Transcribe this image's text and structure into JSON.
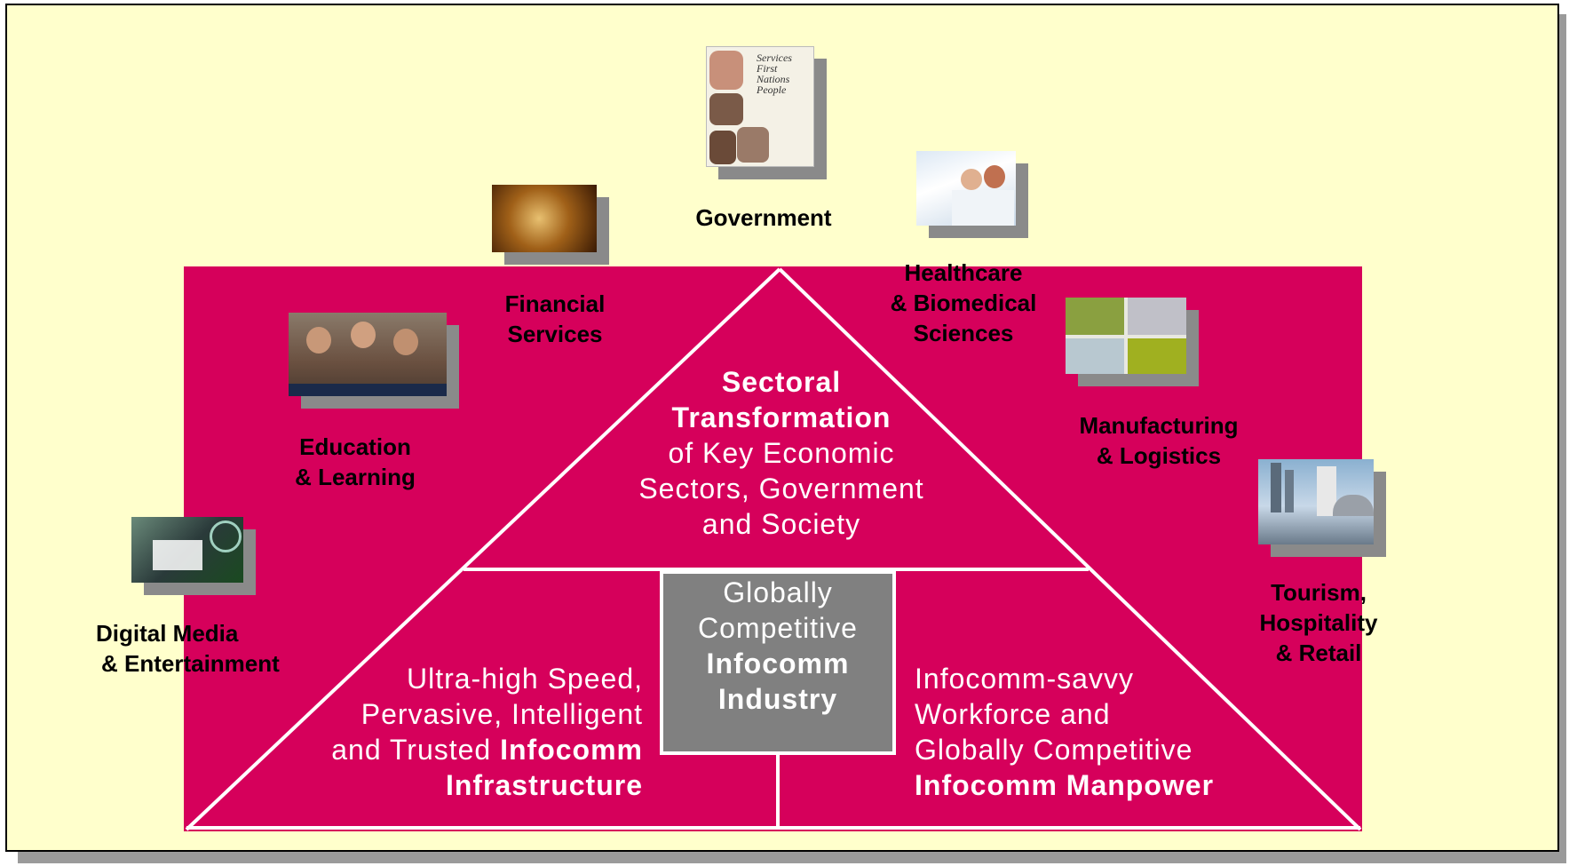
{
  "pyramid": {
    "apex_bold_1": "Sectoral",
    "apex_bold_2": "Transformation",
    "apex_line_3": "of Key Economic",
    "apex_line_4": "Sectors, Government",
    "apex_line_5": "and Society",
    "center_line_1": "Globally",
    "center_line_2": "Competitive",
    "center_bold_3": "Infocomm",
    "center_bold_4": "Industry",
    "left_line_1": "Ultra-high Speed,",
    "left_line_2": "Pervasive, Intelligent",
    "left_line_3_plain": "and Trusted ",
    "left_line_3_bold": "Infocomm",
    "left_bold_4": "Infrastructure",
    "right_line_1": "Infocomm-savvy",
    "right_line_2": "Workforce and",
    "right_line_3": "Globally Competitive",
    "right_bold_4": "Infocomm Manpower"
  },
  "sectors": {
    "government": "Government",
    "financial_1": "Financial",
    "financial_2": "Services",
    "healthcare_1": "Healthcare",
    "healthcare_2": "& Biomedical",
    "healthcare_3": "Sciences",
    "education_1": "Education",
    "education_2": "& Learning",
    "manufacturing_1": "Manufacturing",
    "manufacturing_2": "& Logistics",
    "digital_1": "Digital Media",
    "digital_2": "& Entertainment",
    "tourism_1": "Tourism,",
    "tourism_2": "Hospitality",
    "tourism_3": "& Retail"
  },
  "gov_cover": {
    "line_1": "Services",
    "line_2": "First",
    "line_3": "Nations",
    "line_4": "People"
  },
  "colors": {
    "slide_bg": "#ffffcc",
    "band": "#d6005b",
    "center_box": "#808080",
    "lines": "#ffffff"
  }
}
